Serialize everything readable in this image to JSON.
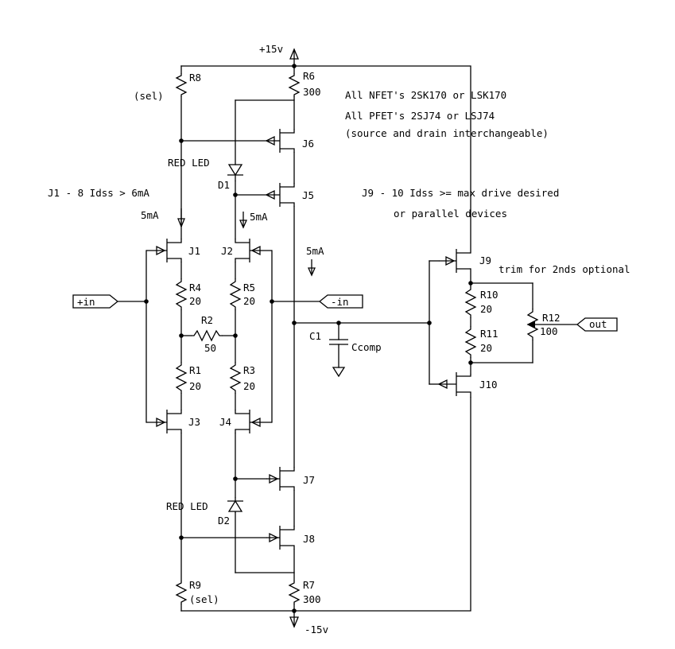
{
  "rails": {
    "positive": "+15v",
    "negative": "-15v"
  },
  "ports": {
    "plus_in": "+in",
    "minus_in": "-in",
    "out": "out"
  },
  "notes": {
    "nfet": "All NFET's 2SK170 or LSK170",
    "pfet": "All PFET's 2SJ74 or LSJ74",
    "interchange": "(source and drain interchangeable)",
    "j1_j8": "J1 - 8 Idss > 6mA",
    "j9_j10_a": "J9 - 10 Idss >= max drive desired",
    "j9_j10_b": "or parallel devices",
    "trim": "trim for 2nds optional"
  },
  "currents": {
    "j1": "5mA",
    "j2": "5mA",
    "bias": "5mA"
  },
  "components": {
    "R8": {
      "ref": "R8",
      "value": "(sel)"
    },
    "R6": {
      "ref": "R6",
      "value": "300"
    },
    "R4": {
      "ref": "R4",
      "value": "20"
    },
    "R5": {
      "ref": "R5",
      "value": "20"
    },
    "R2": {
      "ref": "R2",
      "value": "50"
    },
    "R1": {
      "ref": "R1",
      "value": "20"
    },
    "R3": {
      "ref": "R3",
      "value": "20"
    },
    "R9": {
      "ref": "R9",
      "value": "(sel)"
    },
    "R7": {
      "ref": "R7",
      "value": "300"
    },
    "R10": {
      "ref": "R10",
      "value": "20"
    },
    "R11": {
      "ref": "R11",
      "value": "20"
    },
    "R12": {
      "ref": "R12",
      "value": "100"
    },
    "C1": {
      "ref": "C1",
      "value": "Ccomp"
    },
    "D1": {
      "ref": "D1",
      "value": "RED LED"
    },
    "D2": {
      "ref": "D2",
      "value": "RED LED"
    },
    "J1": "J1",
    "J2": "J2",
    "J3": "J3",
    "J4": "J4",
    "J5": "J5",
    "J6": "J6",
    "J7": "J7",
    "J8": "J8",
    "J9": "J9",
    "J10": "J10"
  }
}
